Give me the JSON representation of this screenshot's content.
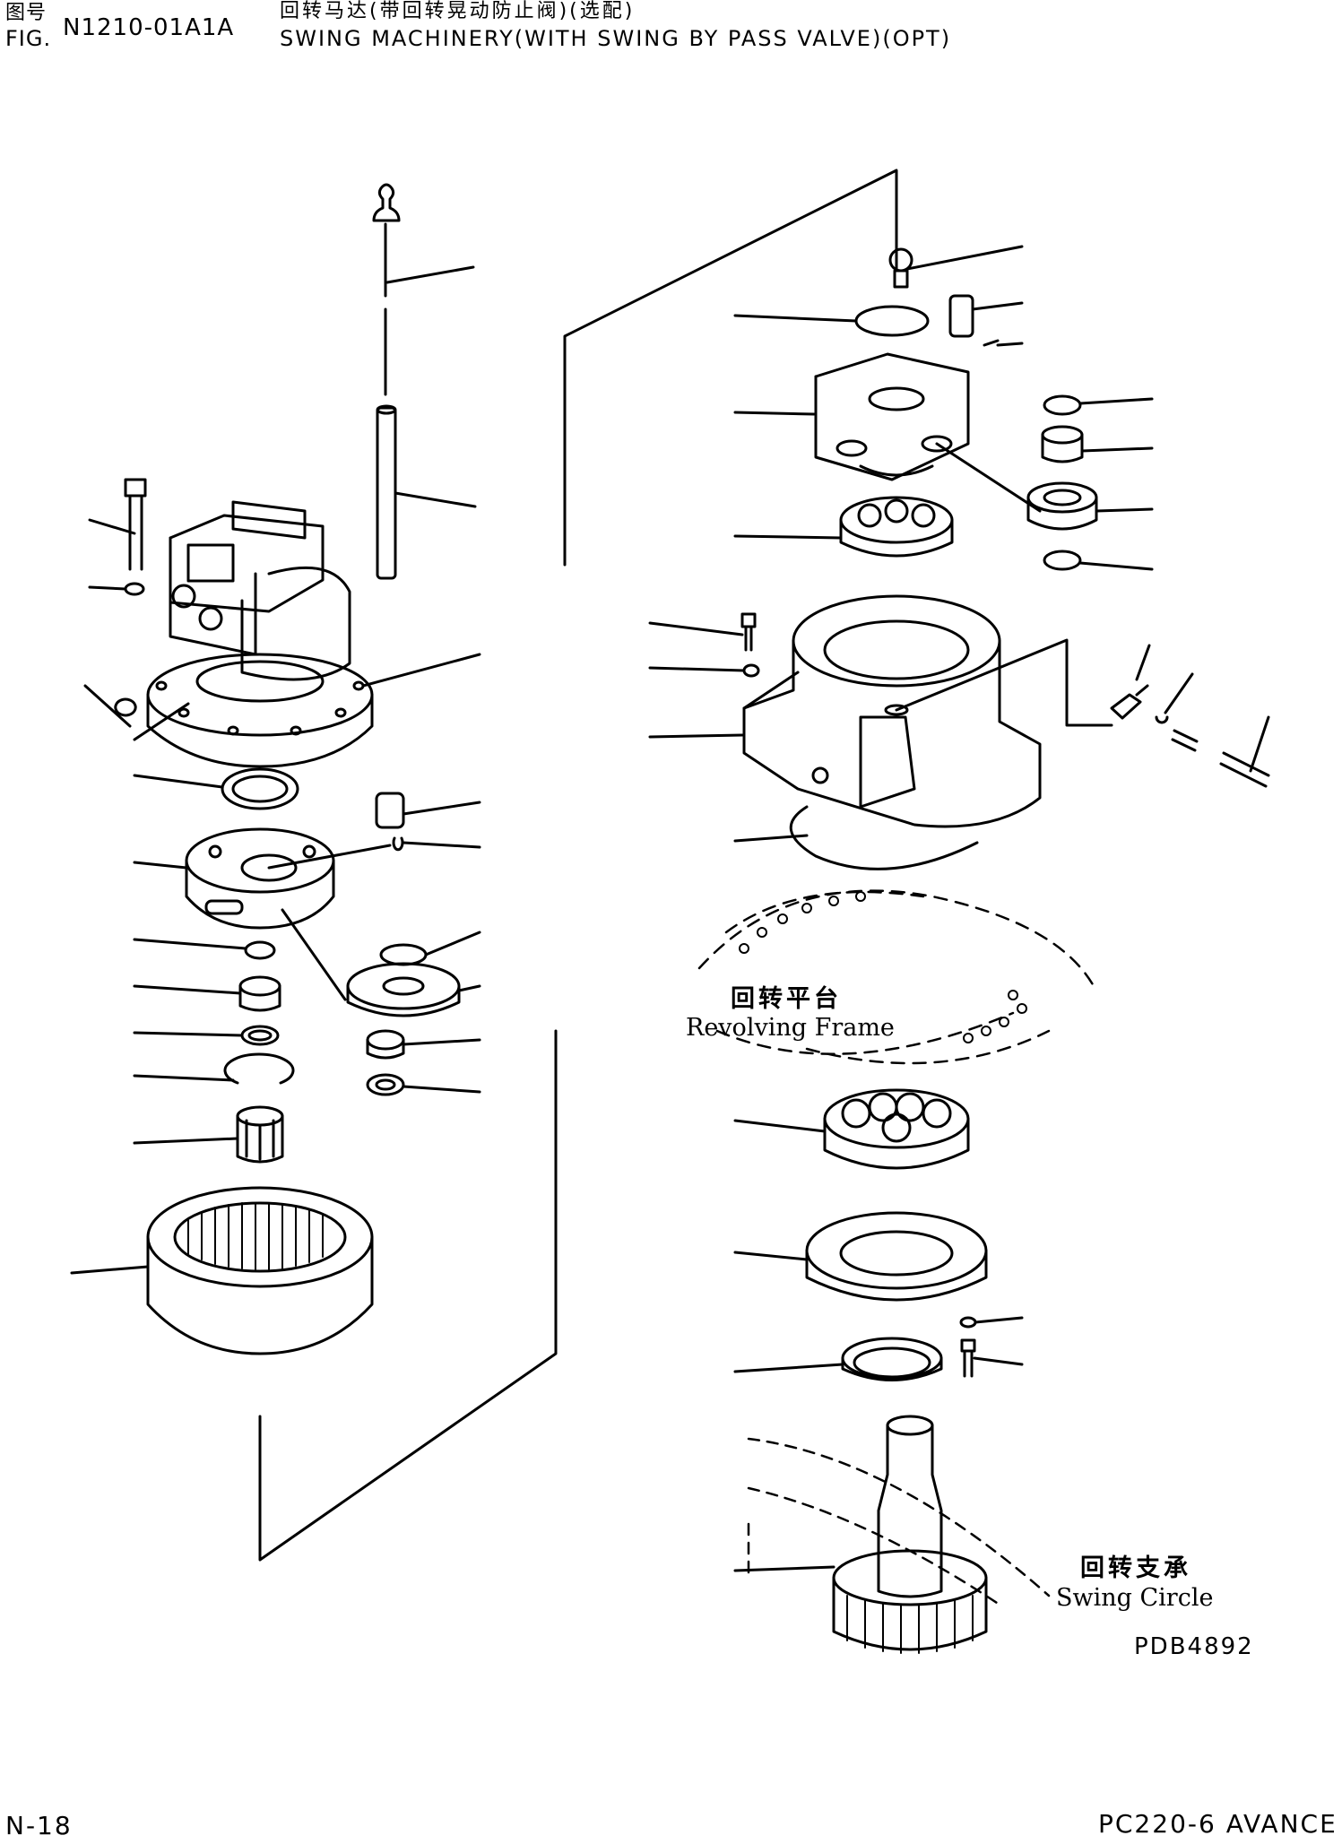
{
  "header": {
    "cn_label": "图号",
    "fig_label": "FIG.",
    "fig_number": "N1210-01A1A",
    "cn_title": "回转马达(带回转晃动防止阀)(选配)",
    "en_title": "SWING MACHINERY(WITH SWING BY   PASS VALVE)(OPT)"
  },
  "labels": {
    "revolving_frame_cn": "回转平台",
    "revolving_frame_en": "Revolving Frame",
    "swing_circle_cn": "回转支承",
    "swing_circle_en": "Swing Circle"
  },
  "drawing_code": "PDB4892",
  "footer": {
    "page": "N-18",
    "model": "PC220-6 AVANCE"
  },
  "colors": {
    "ink": "#000000",
    "paper": "#ffffff"
  }
}
